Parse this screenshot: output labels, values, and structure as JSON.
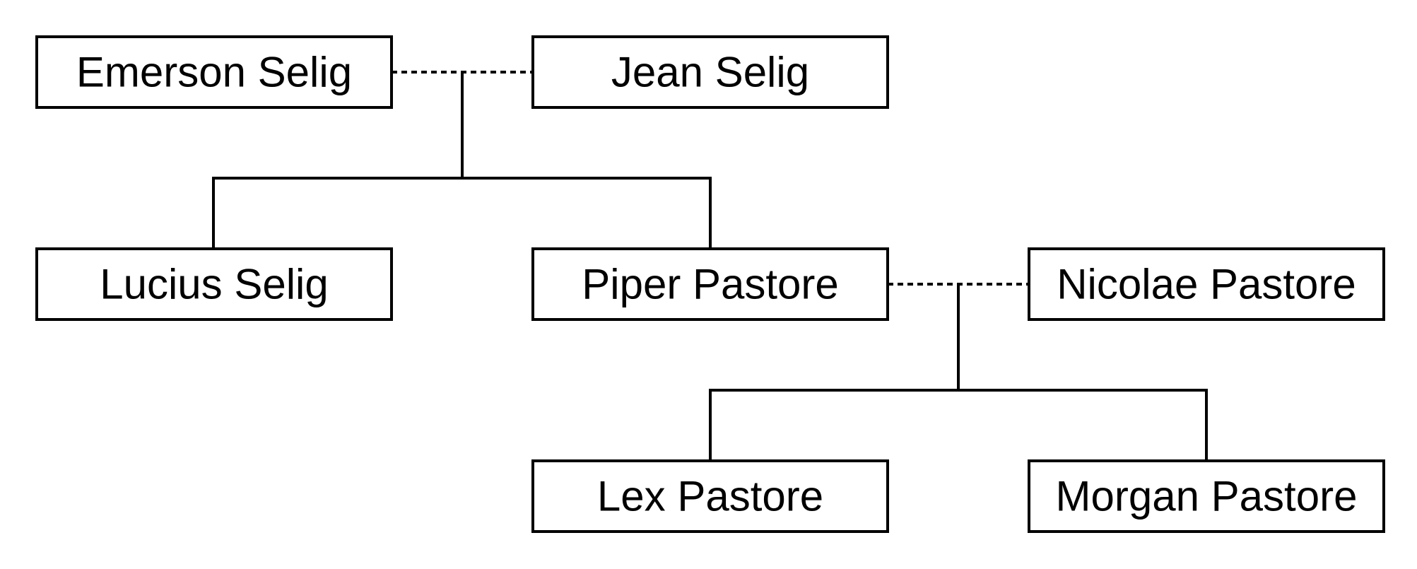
{
  "colors": {
    "background": "#ffffff",
    "ink": "#000000"
  },
  "people": {
    "emerson": "Emerson Selig",
    "jean": "Jean Selig",
    "lucius": "Lucius Selig",
    "piper": "Piper Pastore",
    "nicolae": "Nicolae Pastore",
    "lex": "Lex Pastore",
    "morgan": "Morgan Pastore"
  },
  "couples": [
    {
      "partners": [
        "emerson",
        "jean"
      ],
      "children": [
        "lucius",
        "piper"
      ]
    },
    {
      "partners": [
        "piper",
        "nicolae"
      ],
      "children": [
        "lex",
        "morgan"
      ]
    }
  ]
}
